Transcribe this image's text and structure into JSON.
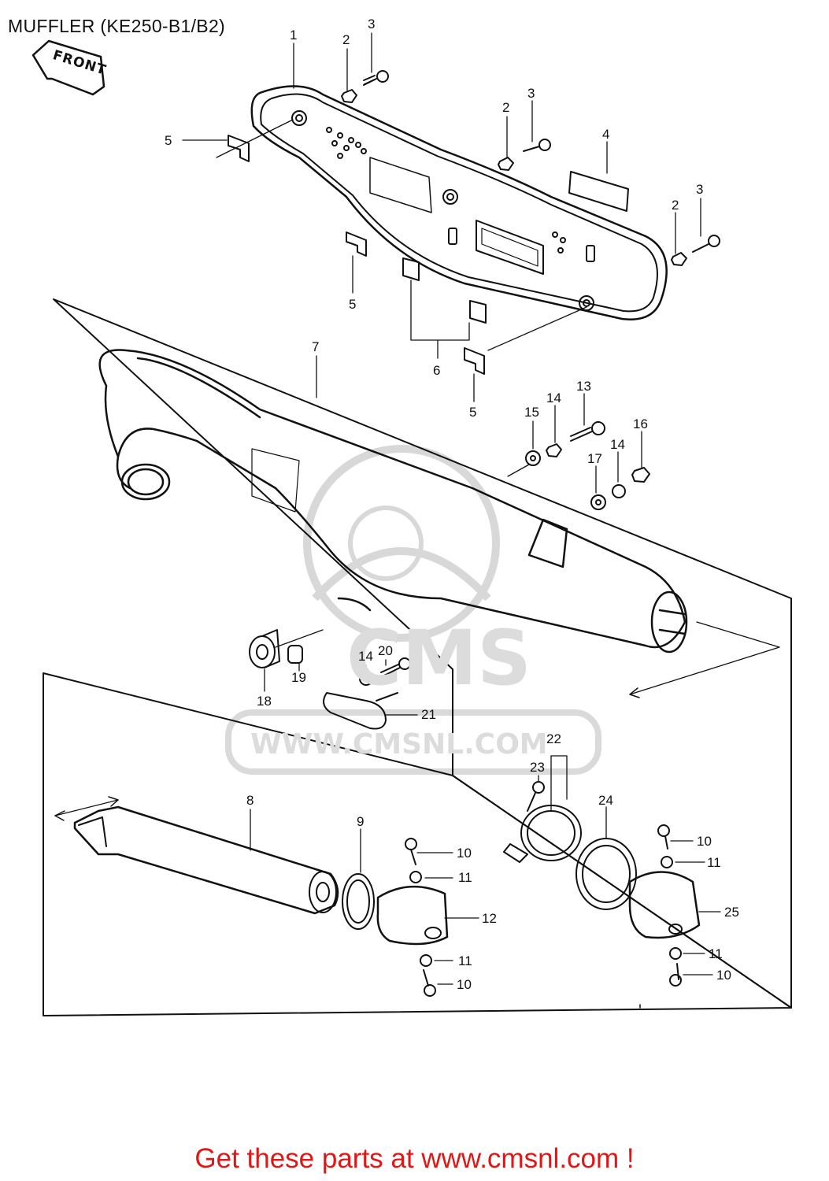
{
  "diagram": {
    "title": "MUFFLER (KE250-B1/B2)",
    "front_label": "FRONT",
    "footer_text": "Get these parts at www.cmsnl.com !"
  },
  "watermark": {
    "logo_text": "CMS",
    "url_text": "WWW.CMSNL.COM"
  },
  "callouts": [
    {
      "id": "c1",
      "label": "1"
    },
    {
      "id": "c2a",
      "label": "2"
    },
    {
      "id": "c3a",
      "label": "3"
    },
    {
      "id": "c2b",
      "label": "2"
    },
    {
      "id": "c3b",
      "label": "3"
    },
    {
      "id": "c4",
      "label": "4"
    },
    {
      "id": "c2c",
      "label": "2"
    },
    {
      "id": "c3c",
      "label": "3"
    },
    {
      "id": "c5a",
      "label": "5"
    },
    {
      "id": "c5b",
      "label": "5"
    },
    {
      "id": "c6",
      "label": "6"
    },
    {
      "id": "c5c",
      "label": "5"
    },
    {
      "id": "c7",
      "label": "7"
    },
    {
      "id": "c13",
      "label": "13"
    },
    {
      "id": "c14a",
      "label": "14"
    },
    {
      "id": "c15",
      "label": "15"
    },
    {
      "id": "c16",
      "label": "16"
    },
    {
      "id": "c14b",
      "label": "14"
    },
    {
      "id": "c17",
      "label": "17"
    },
    {
      "id": "c14c",
      "label": "14"
    },
    {
      "id": "c20",
      "label": "20"
    },
    {
      "id": "c18",
      "label": "18"
    },
    {
      "id": "c19",
      "label": "19"
    },
    {
      "id": "c21",
      "label": "21"
    },
    {
      "id": "c22",
      "label": "22"
    },
    {
      "id": "c23",
      "label": "23"
    },
    {
      "id": "c24",
      "label": "24"
    },
    {
      "id": "c8",
      "label": "8"
    },
    {
      "id": "c9",
      "label": "9"
    },
    {
      "id": "c10a",
      "label": "10"
    },
    {
      "id": "c11a",
      "label": "11"
    },
    {
      "id": "c12",
      "label": "12"
    },
    {
      "id": "c11b",
      "label": "11"
    },
    {
      "id": "c10b",
      "label": "10"
    },
    {
      "id": "c10c",
      "label": "10"
    },
    {
      "id": "c11c",
      "label": "11"
    },
    {
      "id": "c25",
      "label": "25"
    },
    {
      "id": "c11d",
      "label": "11"
    },
    {
      "id": "c10d",
      "label": "10"
    }
  ]
}
